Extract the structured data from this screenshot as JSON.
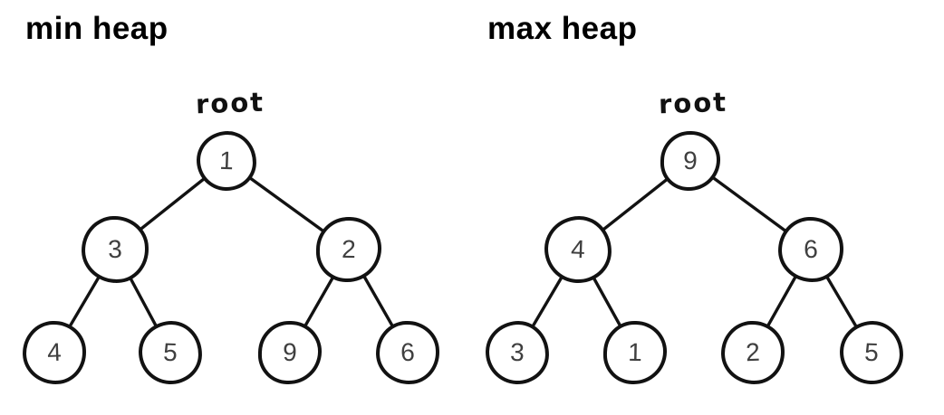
{
  "page": {
    "background": "#ffffff"
  },
  "colors": {
    "stroke": "#121212",
    "number_text": "#3f3f3f",
    "title_text": "#000000"
  },
  "diagrams": [
    {
      "title": "min heap",
      "root_label": "root",
      "nodes": {
        "root": "1",
        "left_child": "3",
        "right_child": "2",
        "left_left_leaf": "4",
        "left_right_leaf": "5",
        "right_left_leaf": "9",
        "right_right_leaf": "6"
      },
      "edges": [
        [
          "1",
          "3"
        ],
        [
          "1",
          "2"
        ],
        [
          "3",
          "4"
        ],
        [
          "3",
          "5"
        ],
        [
          "2",
          "9"
        ],
        [
          "2",
          "6"
        ]
      ]
    },
    {
      "title": "max heap",
      "root_label": "root",
      "nodes": {
        "root": "9",
        "left_child": "4",
        "right_child": "6",
        "left_left_leaf": "3",
        "left_right_leaf": "1",
        "right_left_leaf": "2",
        "right_right_leaf": "5"
      },
      "edges": [
        [
          "9",
          "4"
        ],
        [
          "9",
          "6"
        ],
        [
          "4",
          "3"
        ],
        [
          "4",
          "1"
        ],
        [
          "6",
          "2"
        ],
        [
          "6",
          "5"
        ]
      ]
    }
  ]
}
